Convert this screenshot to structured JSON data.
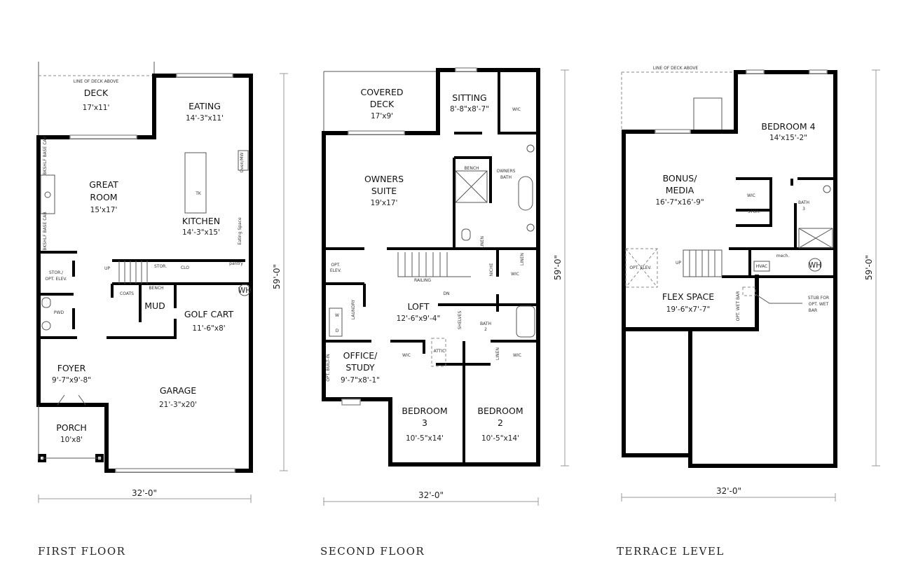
{
  "first_floor": {
    "caption": "FIRST FLOOR",
    "width_dim": "32'-0\"",
    "depth_dim": "59'-0\"",
    "rooms": {
      "deck_note": "LINE OF DECK ABOVE",
      "deck": "DECK",
      "deck_size": "17'x11'",
      "eating": "EATING",
      "eating_size": "14'-3\"x11'",
      "great_room_1": "GREAT",
      "great_room_2": "ROOM",
      "great_room_size": "15'x17'",
      "kitchen": "KITCHEN",
      "kitchen_size": "14'-3\"x15'",
      "stor_elev_1": "STOR./",
      "stor_elev_2": "OPT. ELEV.",
      "pwd": "PWD",
      "foyer": "FOYER",
      "foyer_size": "9'-7\"x9'-8\"",
      "mud": "MUD",
      "golf_cart": "GOLF CART",
      "golf_cart_size": "11'-6\"x8'",
      "garage": "GARAGE",
      "garage_size": "21'-3\"x20'",
      "porch": "PORCH",
      "porch_size": "10'x8'",
      "pantry": "pantry",
      "wh": "WH",
      "coats": "COATS",
      "bench": "BENCH",
      "stor": "STOR.",
      "up": "UP",
      "clo": "CLO",
      "bkshlf_1": "BKSHLF BASE CAB",
      "bkshlf_2": "BKSHLF BASE CAB",
      "oven_mw": "Oven/MW",
      "eating_space": "Eating Space",
      "tk": "TK"
    }
  },
  "second_floor": {
    "caption": "SECOND FLOOR",
    "width_dim": "32'-0\"",
    "depth_dim": "59'-0\"",
    "rooms": {
      "covered_deck_1": "COVERED",
      "covered_deck_2": "DECK",
      "covered_deck_size": "17'x9'",
      "sitting": "SITTING",
      "sitting_size": "8'-8\"x8'-7\"",
      "wic_1": "WIC",
      "wic_2": "WIC",
      "wic_3": "WIC",
      "wic_4": "WIC",
      "owners_suite_1": "OWNERS",
      "owners_suite_2": "SUITE",
      "owners_suite_size": "19'x17'",
      "bench": "BENCH",
      "owners_bath_1": "OWNERS",
      "owners_bath_2": "BATH",
      "opt_elev_1": "OPT.",
      "opt_elev_2": "ELEV.",
      "railing": "RAILING",
      "dn": "DN",
      "niche": "NICHE",
      "loft": "LOFT",
      "loft_size": "12'-6\"x9'-4\"",
      "laundry": "LAUNDRY",
      "w": "W",
      "d": "D",
      "shelves": "SHELVES",
      "bath2_1": "BATH",
      "bath2_2": "2",
      "attic": "ATTIC",
      "linen_1": "LINEN",
      "linen_2": "LINEN",
      "linen_3": "LINEN",
      "office_1": "OFFICE/",
      "office_2": "STUDY",
      "office_size": "9'-7\"x8'-1\"",
      "opt_built_in": "OPT. BUILT-IN",
      "bedroom3_1": "BEDROOM",
      "bedroom3_2": "3",
      "bedroom3_size": "10'-5\"x14'",
      "bedroom2_1": "BEDROOM",
      "bedroom2_2": "2",
      "bedroom2_size": "10'-5\"x14'"
    }
  },
  "terrace_level": {
    "caption": "TERRACE LEVEL",
    "width_dim": "32'-0\"",
    "depth_dim": "59'-0\"",
    "rooms": {
      "deck_note": "LINE OF DECK ABOVE",
      "bedroom4": "BEDROOM 4",
      "bedroom4_size": "14'x15'-2\"",
      "bonus_1": "BONUS/",
      "bonus_2": "MEDIA",
      "bonus_size": "16'-7\"x16'-9\"",
      "wic": "WIC",
      "stor": "STOR.",
      "bath3_1": "BATH",
      "bath3_2": "3",
      "opt_elev": "OPT. ELEV.",
      "up": "UP",
      "mech": "mech.",
      "hvac": "HVAC",
      "wh": "WH",
      "flex": "FLEX SPACE",
      "flex_size": "19'-6\"x7'-7\"",
      "opt_wet_bar": "OPT. WET BAR",
      "stub_1": "STUB FOR",
      "stub_2": "OPT. WET",
      "stub_3": "BAR"
    }
  }
}
